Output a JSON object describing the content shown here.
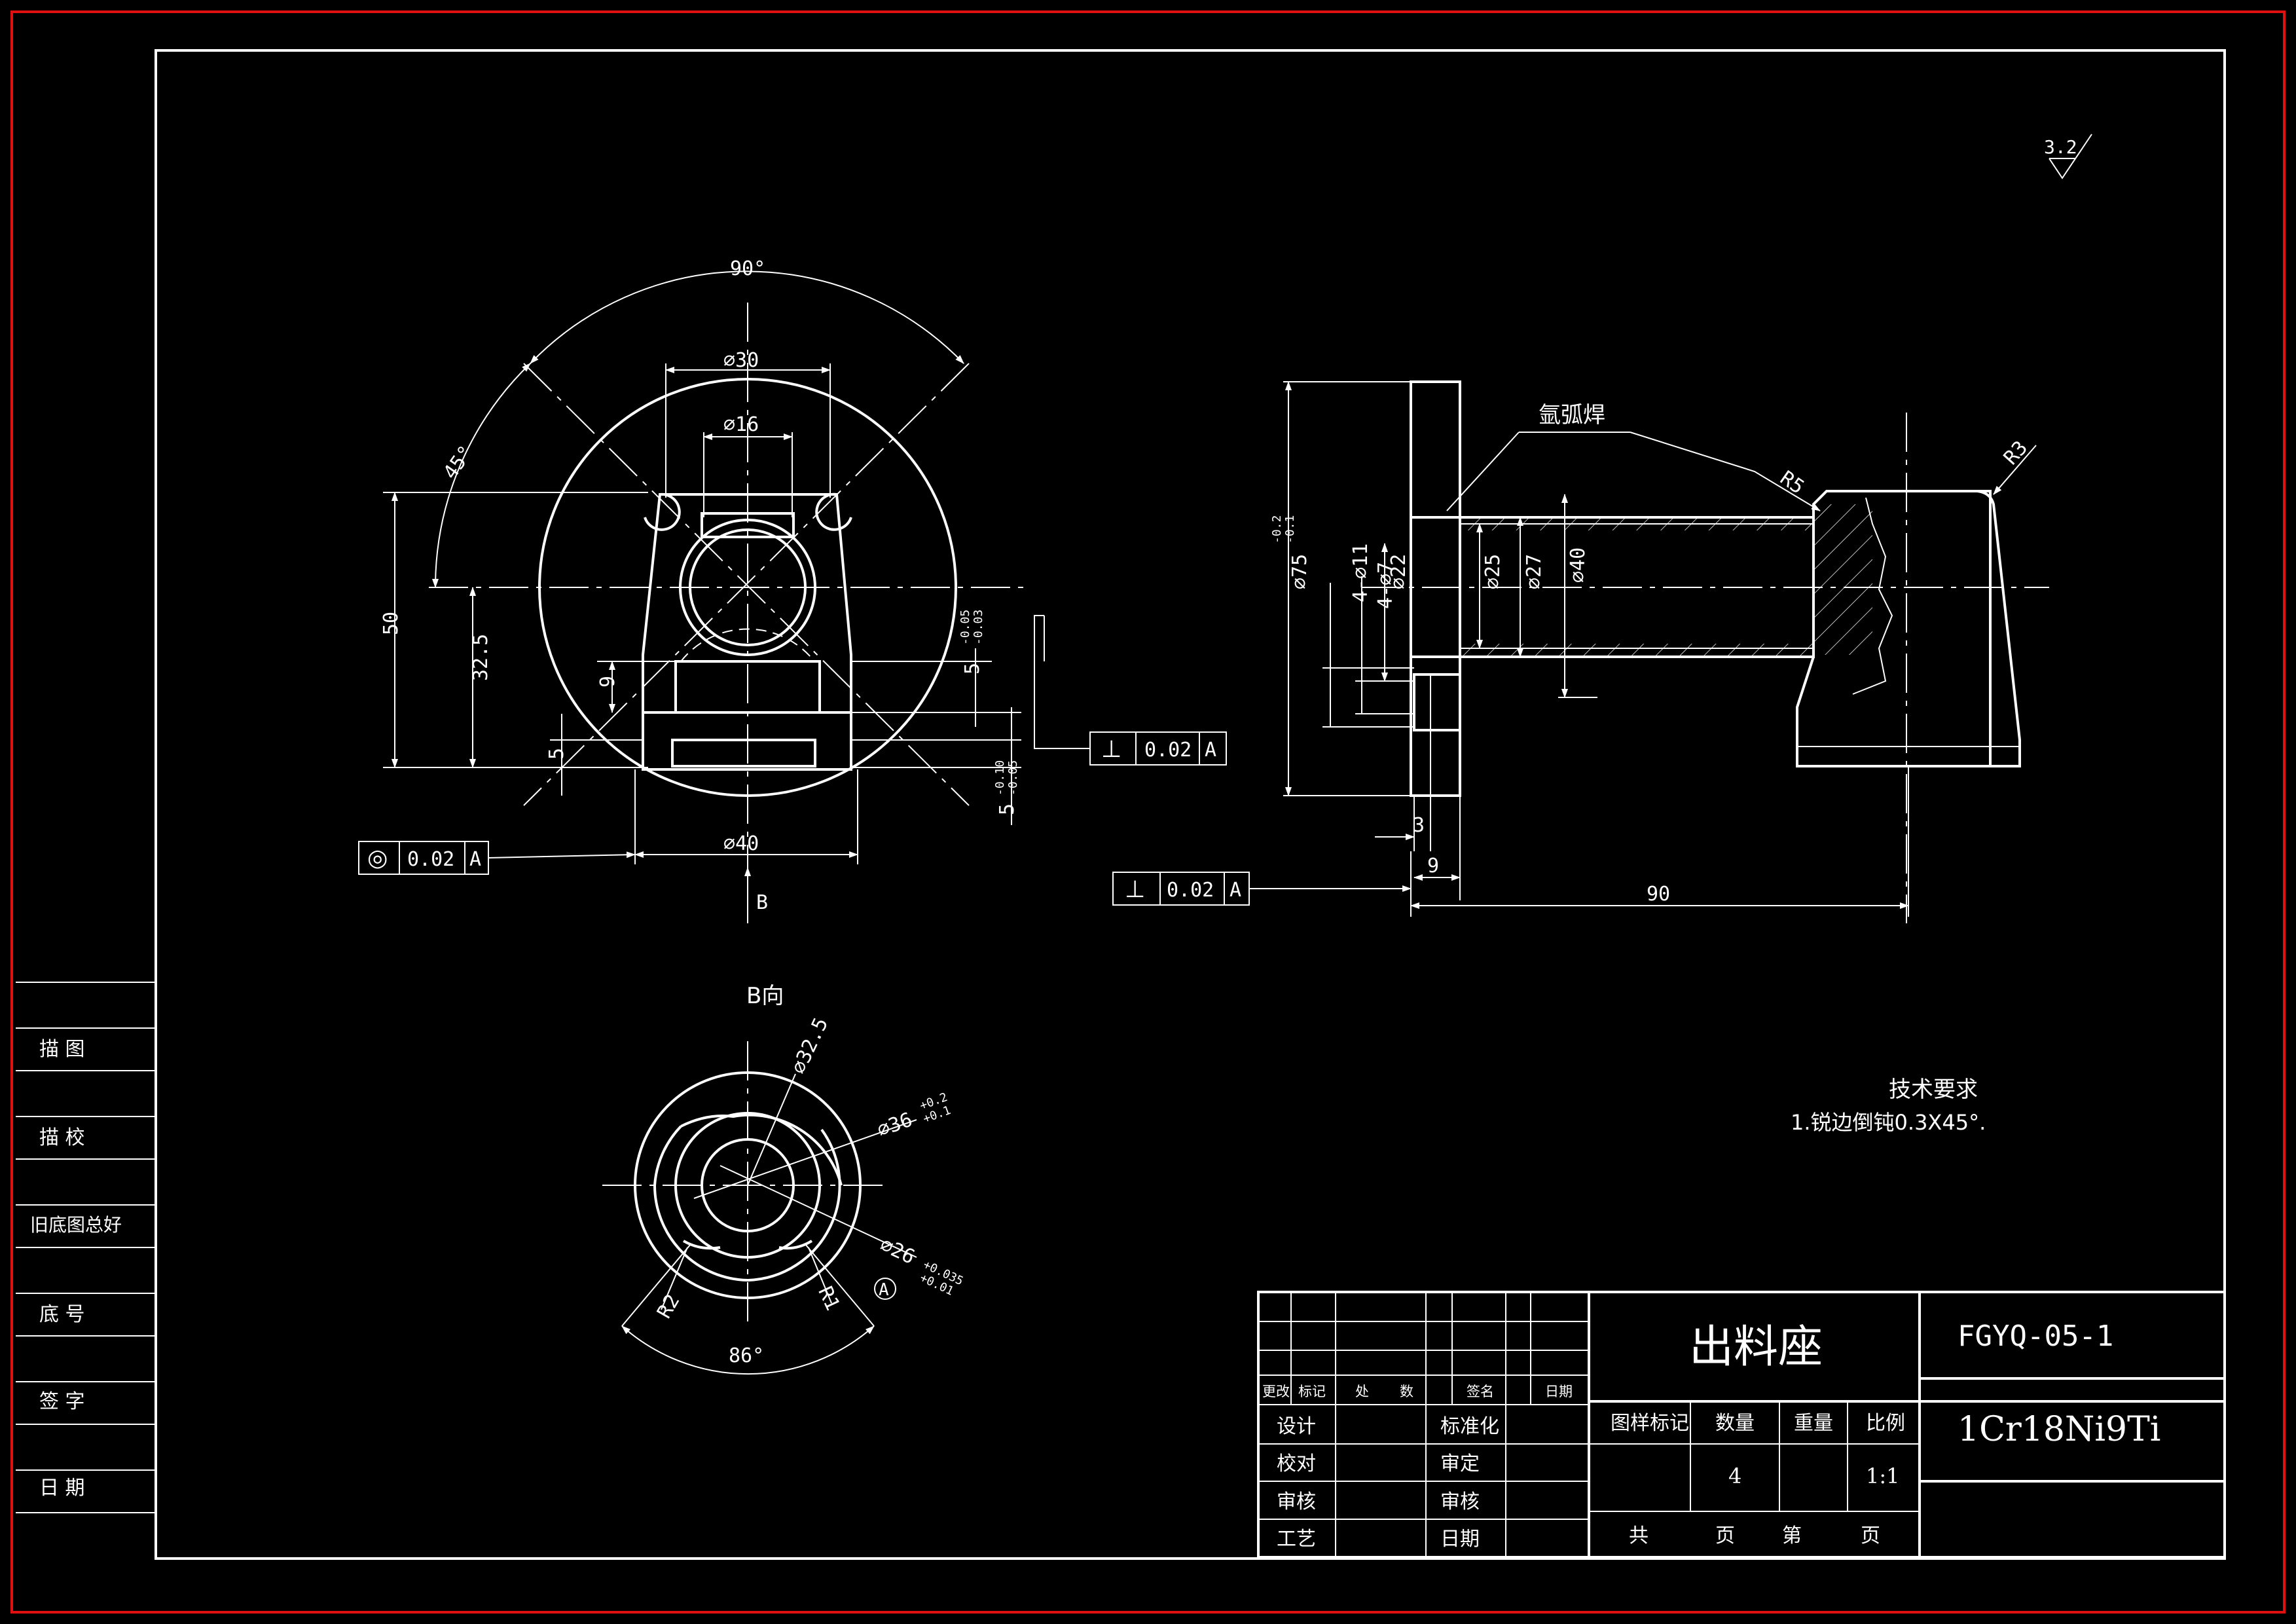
{
  "title_block": {
    "part_name": "出料座",
    "drawing_number": "FGYQ-05-1",
    "material": "1Cr18Ni9Ti",
    "header_labels": [
      "更改",
      "标记",
      "处",
      "数",
      "签名",
      "日期"
    ],
    "sign_rows": [
      {
        "left": "设计",
        "right": "标准化"
      },
      {
        "left": "校对",
        "right": "审定"
      },
      {
        "left": "审核",
        "right": "审核"
      },
      {
        "left": "工艺",
        "right": "日期"
      }
    ],
    "attr_headers": [
      "图样标记",
      "数量",
      "重量",
      "比例"
    ],
    "quantity": "4",
    "scale": "1:1",
    "sheet_labels": [
      "共",
      "页",
      "第",
      "页"
    ]
  },
  "side_panel": [
    "描  图",
    "描  校",
    "旧底图总好",
    "底  号",
    "签  字",
    "日  期"
  ],
  "roughness": "3.2",
  "front_view": {
    "dims": {
      "angle_90": "90°",
      "angle_45": "45°",
      "d30": "∅30",
      "d16": "∅16",
      "h50": "50",
      "h32_5": "32.5",
      "h9": "9",
      "h5": "5",
      "d40": "∅40",
      "v5a": "5",
      "v5a_tol": [
        "-0.05",
        "-0.03"
      ],
      "v5b": "5",
      "v5b_tol": [
        "-0.10",
        "-0.05"
      ]
    },
    "tol_concentric": {
      "symbol": "◎",
      "value": "0.02",
      "datum": "A"
    },
    "tol_perp": {
      "symbol": "⊥",
      "value": "0.02",
      "datum": "A"
    },
    "view_label": "B"
  },
  "side_view": {
    "weld": "氩弧焊",
    "r5": "R5",
    "r3": "R3",
    "d75": "∅75",
    "d75_tol": [
      "-0.2",
      "-0.1"
    ],
    "holes_11": "4-∅11",
    "holes_7": "4-∅7",
    "d22": "∅22",
    "d25": "∅25",
    "d27": "∅27",
    "d40": "∅40",
    "w3": "3",
    "w9": "9",
    "len90": "90",
    "tol_perp": {
      "symbol": "⊥",
      "value": "0.02",
      "datum": "A"
    }
  },
  "b_view": {
    "label": "B向",
    "d32_5": "∅32.5",
    "d36": "∅36",
    "d36_tol": [
      "+0.2",
      "+0.1"
    ],
    "d26": "∅26",
    "d26_tol": [
      "+0.035",
      "+0.01"
    ],
    "r2": "R2",
    "r1": "R1",
    "angle_86": "86°",
    "datum": "A"
  },
  "notes": {
    "title": "技术要求",
    "item1": "1.锐边倒钝0.3X45°."
  }
}
